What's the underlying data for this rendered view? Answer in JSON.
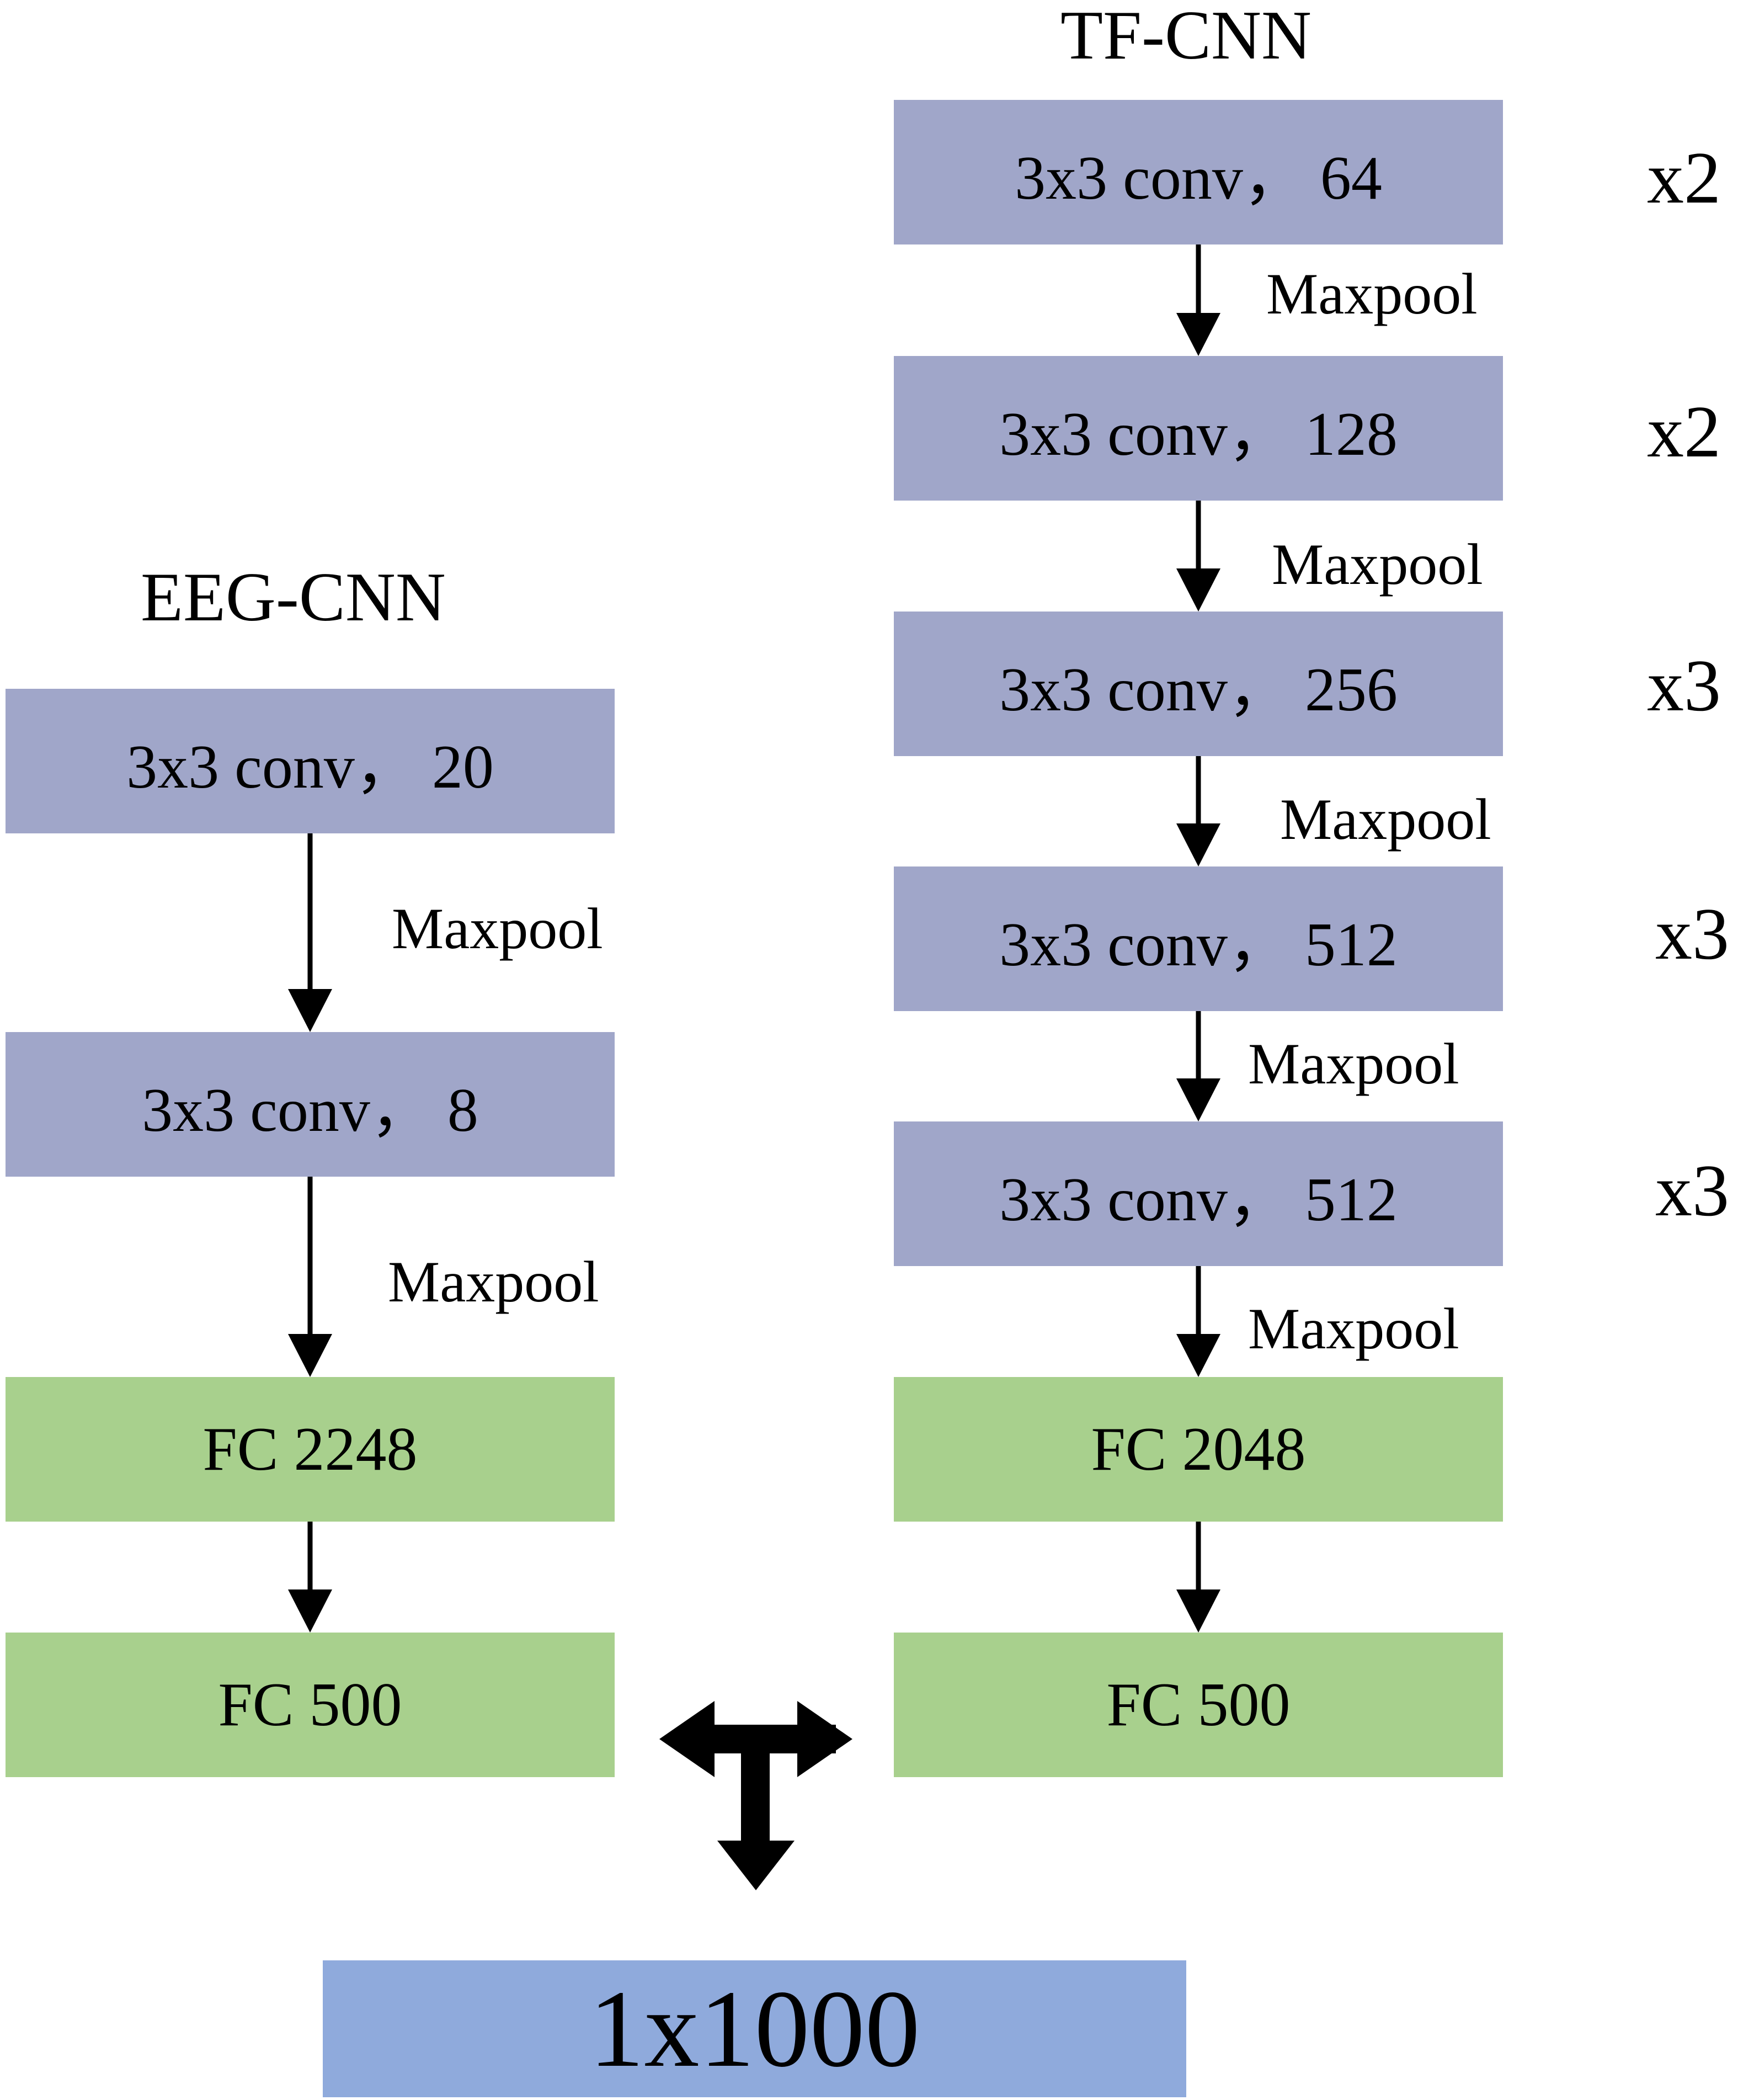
{
  "eeg": {
    "title": "EEG-CNN",
    "layers": [
      {
        "label": "3x3 conv，  20",
        "kind": "conv"
      },
      {
        "label": "3x3 conv，  8",
        "kind": "conv"
      },
      {
        "label": "FC 2248",
        "kind": "fc"
      },
      {
        "label": "FC 500",
        "kind": "fc"
      }
    ],
    "pools": [
      "Maxpool",
      "Maxpool"
    ]
  },
  "tf": {
    "title": "TF-CNN",
    "layers": [
      {
        "label": "3x3 conv，  64",
        "kind": "conv",
        "repeat": "x2"
      },
      {
        "label": "3x3 conv，  128",
        "kind": "conv",
        "repeat": "x2"
      },
      {
        "label": "3x3 conv，  256",
        "kind": "conv",
        "repeat": "x3"
      },
      {
        "label": "3x3 conv，  512",
        "kind": "conv",
        "repeat": "x3"
      },
      {
        "label": "3x3 conv，  512",
        "kind": "conv",
        "repeat": "x3"
      },
      {
        "label": "FC 2048",
        "kind": "fc"
      },
      {
        "label": "FC 500",
        "kind": "fc"
      }
    ],
    "pools": [
      "Maxpool",
      "Maxpool",
      "Maxpool",
      "Maxpool",
      "Maxpool"
    ]
  },
  "output": {
    "label": "1x1000"
  },
  "colors": {
    "conv": "#a0a6c9",
    "fc": "#a8d08d",
    "output": "#8faadc",
    "arrow": "#000000"
  }
}
